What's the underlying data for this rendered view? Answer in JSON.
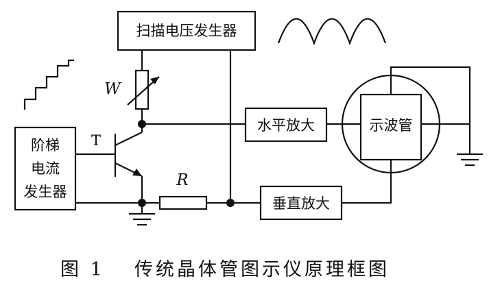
{
  "blocks": {
    "sweep_voltage_generator": "扫描电压发生器",
    "horizontal_amp": "水平放大",
    "vertical_amp": "垂直放大",
    "oscilloscope_tube": "示波管",
    "step_current_generator": [
      "阶梯",
      "电流",
      "发生器"
    ]
  },
  "components": {
    "potentiometer": "W",
    "transistor": "T",
    "resistor": "R"
  },
  "caption": {
    "figure_label": "图 1",
    "text": "传统晶体管图示仪原理框图"
  },
  "icons": [
    "staircase-waveform-icon",
    "sawtooth-arc-waveform-icon",
    "ground-icon",
    "variable-resistor-icon",
    "transistor-icon",
    "resistor-icon"
  ]
}
